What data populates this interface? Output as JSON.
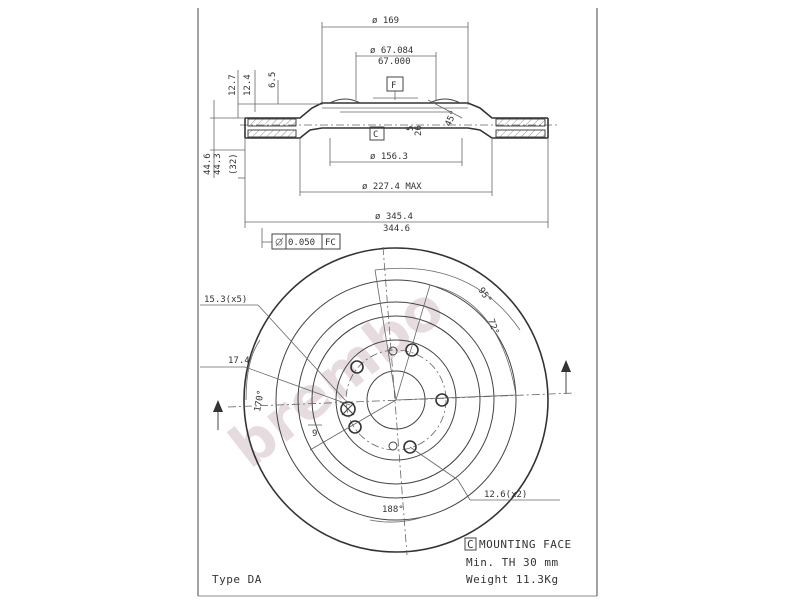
{
  "section_view": {
    "dim_top_diameter": "ø 169",
    "dim_hub_upper": "ø 67.084",
    "dim_hub_lower": "67.000",
    "datum_f": "F",
    "datum_c": "C",
    "dim_left_12_7": "12.7",
    "dim_left_12_4": "12.4",
    "dim_left_6_5": "6.5",
    "dim_height_44_6": "44.6",
    "dim_height_44_3": "44.3",
    "dim_height_32": "(32)",
    "dim_inner_5": "5",
    "dim_inner_26": "26",
    "dim_angle_45": "45°",
    "dim_156_3": "ø 156.3",
    "dim_227_4": "ø 227.4 MAX",
    "dim_345_4": "ø 345.4",
    "dim_344_6": "344.6",
    "flatness_tol": "0.050",
    "flatness_ref": "FC"
  },
  "front_view": {
    "holes_dim": "15.3(x5)",
    "dim_95": "95°",
    "dim_72": "72°",
    "dim_17_4": "17.4",
    "dim_170": "170°",
    "dim_9": "9",
    "dim_12_6": "12.6(x2)",
    "dim_188": "188°"
  },
  "footer": {
    "type_label": "Type DA",
    "mounting_face_code": "C",
    "mounting_face_label": "MOUNTING FACE",
    "min_th": "Min. TH 30 mm",
    "weight": "Weight 11.3Kg"
  },
  "watermark": "brembo"
}
